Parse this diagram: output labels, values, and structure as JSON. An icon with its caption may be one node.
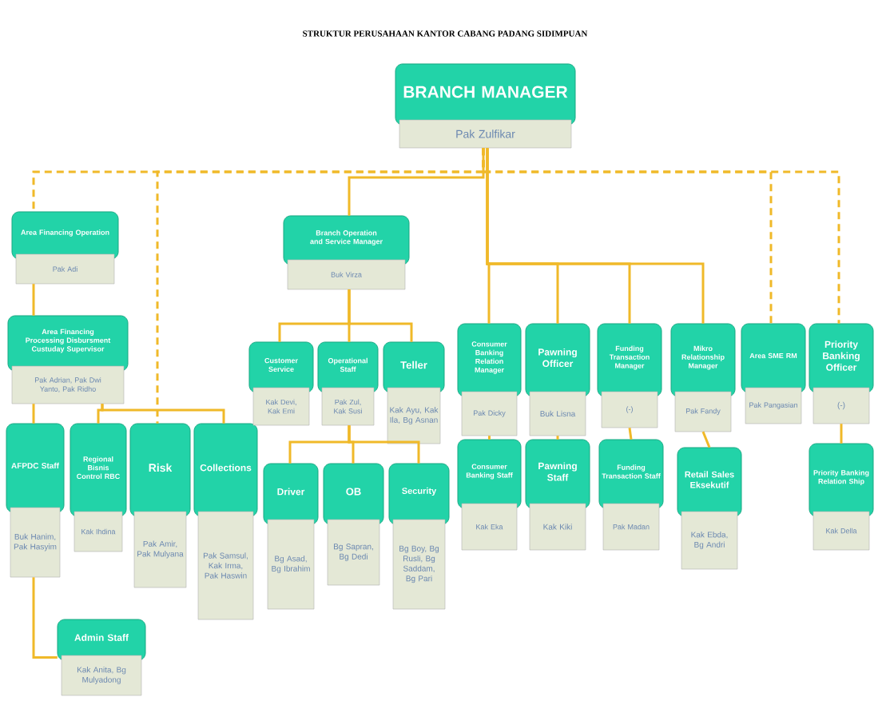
{
  "diagram": {
    "title": "STRUKTUR PERUSAHAAN KANTOR CABANG PADANG SIDIMPUAN",
    "nodes": [
      {
        "text": [
          "BRANCH MANAGER",
          "Pak Zulfikar"
        ]
      },
      {
        "text": [
          "Area Financing Operation",
          "Pak Adi"
        ]
      },
      {
        "text": [
          "Area Financing Processing Disbursment Custuday Supervisor",
          "Pak Adrian, Pak Dwi Yanto, Pak Ridho"
        ]
      },
      {
        "text": [
          "AFPDC Staff",
          "Buk Hanim, Pak Hasyim"
        ]
      },
      {
        "text": [
          "Regional Bisnis Control RBC",
          "Kak Ihdina"
        ]
      },
      {
        "text": [
          "Risk",
          "Pak Amir, Pak Mulyana"
        ]
      },
      {
        "text": [
          "Collections",
          "Pak Samsul, Kak Irma, Pak Haswin"
        ]
      },
      {
        "text": [
          "Admin Staff",
          "Kak Anita, Bg Mulyadong"
        ]
      },
      {
        "text": [
          "Branch Operation and Service Manager",
          "Buk Virza"
        ]
      },
      {
        "text": [
          "Customer Service",
          "Kak Devi, Kak Emi"
        ]
      },
      {
        "text": [
          "Operational Staff",
          "Pak Zul, Kak Susi"
        ]
      },
      {
        "text": [
          "Teller",
          "Kak Ayu, Kak Ila, Bg Asnan"
        ]
      },
      {
        "text": [
          "Driver",
          "Bg Asad, Bg Ibrahim"
        ]
      },
      {
        "text": [
          "OB",
          "Bg Sapran, Bg Dedi"
        ]
      },
      {
        "text": [
          "Security",
          "Bg Boy, Bg Rusli, Bg Saddam, Bg Pari"
        ]
      },
      {
        "text": [
          "Consumer Banking Relation Manager",
          "Pak Dicky"
        ]
      },
      {
        "text": [
          "Pawning Officer",
          "Buk Lisna"
        ]
      },
      {
        "text": [
          "Funding Transaction Manager",
          "(-)"
        ]
      },
      {
        "text": [
          "Mikro Relationship Manager",
          "Pak Fandy"
        ]
      },
      {
        "text": [
          "Area SME RM",
          "Pak Pangasian"
        ]
      },
      {
        "text": [
          "Priority Banking Officer",
          "(-)"
        ]
      },
      {
        "text": [
          "Consumer Banking Staff",
          "Kak Eka"
        ]
      },
      {
        "text": [
          "Pawning Staff",
          "Kak Kiki"
        ]
      },
      {
        "text": [
          "Funding Transaction Staff",
          "Pak Madan"
        ]
      },
      {
        "text": [
          "Retail Sales Eksekutif",
          "Kak Ebda, Bg Andri"
        ]
      },
      {
        "text": [
          "Priority Banking Relation Ship",
          "Kak Della"
        ]
      }
    ],
    "edges": [
      {
        "from": 0,
        "to": 1,
        "arrow": "none",
        "style": "dashed"
      },
      {
        "from": 0,
        "to": 5,
        "arrow": "none",
        "style": "dashed"
      },
      {
        "from": 0,
        "to": 19,
        "arrow": "none",
        "style": "dashed"
      },
      {
        "from": 0,
        "to": 20,
        "arrow": "none",
        "style": "dashed"
      },
      {
        "from": 0,
        "to": 8,
        "arrow": "none"
      },
      {
        "from": 0,
        "to": 15,
        "arrow": "none"
      },
      {
        "from": 0,
        "to": 16,
        "arrow": "none"
      },
      {
        "from": 0,
        "to": 17,
        "arrow": "none"
      },
      {
        "from": 0,
        "to": 18,
        "arrow": "none"
      },
      {
        "from": 1,
        "to": 2,
        "arrow": "none"
      },
      {
        "from": 2,
        "to": 3,
        "arrow": "none"
      },
      {
        "from": 2,
        "to": 4,
        "arrow": "none"
      },
      {
        "from": 2,
        "to": 6,
        "arrow": "none"
      },
      {
        "from": 3,
        "to": 7,
        "arrow": "none"
      },
      {
        "from": 8,
        "to": 9,
        "arrow": "none"
      },
      {
        "from": 8,
        "to": 10,
        "arrow": "none"
      },
      {
        "from": 8,
        "to": 11,
        "arrow": "none"
      },
      {
        "from": 10,
        "to": 12,
        "arrow": "none"
      },
      {
        "from": 10,
        "to": 13,
        "arrow": "none"
      },
      {
        "from": 10,
        "to": 14,
        "arrow": "none"
      },
      {
        "from": 15,
        "to": 21,
        "arrow": "none"
      },
      {
        "from": 16,
        "to": 22,
        "arrow": "none"
      },
      {
        "from": 17,
        "to": 23,
        "arrow": "none"
      },
      {
        "from": 18,
        "to": 24,
        "arrow": "none"
      },
      {
        "from": 20,
        "to": 25,
        "arrow": "none"
      }
    ]
  }
}
